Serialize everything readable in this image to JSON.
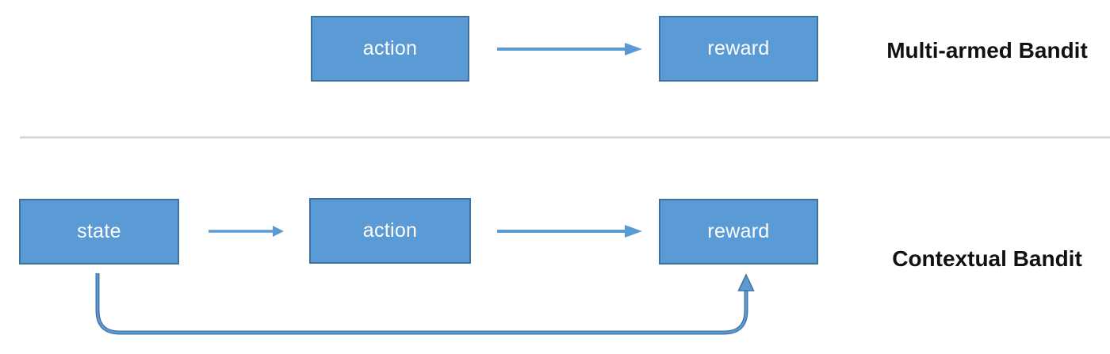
{
  "rows": {
    "multi_armed": {
      "label": "Multi-armed Bandit",
      "boxes": {
        "action": "action",
        "reward": "reward"
      }
    },
    "contextual": {
      "label": "Contextual Bandit",
      "boxes": {
        "state": "state",
        "action": "action",
        "reward": "reward"
      }
    }
  },
  "colors": {
    "box_fill": "#5b9bd5",
    "box_border": "#41719c",
    "arrow": "#5b9bd5",
    "connector_outline": "#41719c",
    "connector_core": "#5b9bd5",
    "divider": "#dcdcdc",
    "box_text": "#ffffff",
    "label_text": "#111111"
  }
}
